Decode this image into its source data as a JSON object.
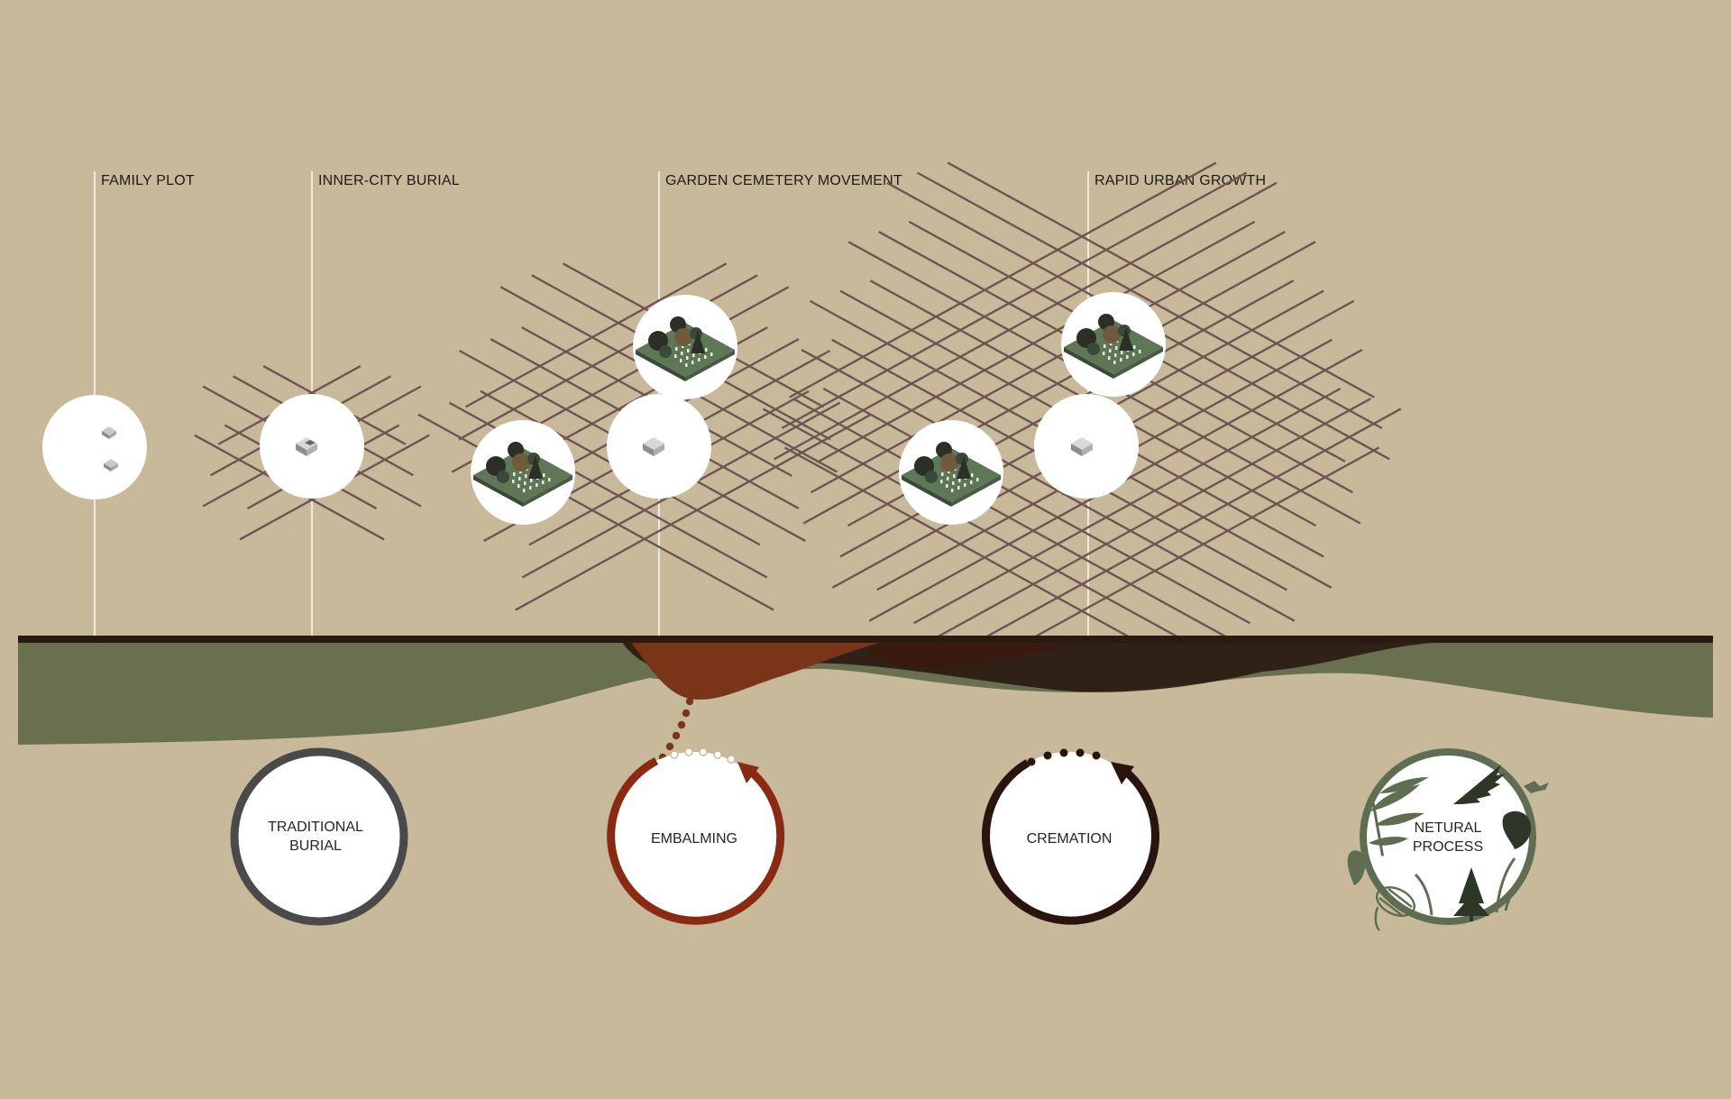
{
  "timeline": {
    "eras": [
      {
        "label": "FAMILY PLOT"
      },
      {
        "label": "INNER-CITY BURIAL"
      },
      {
        "label": "GARDEN CEMETERY MOVEMENT"
      },
      {
        "label": "RAPID URBAN GROWTH"
      }
    ]
  },
  "processes": [
    {
      "lines": [
        "TRADITIONAL",
        "BURIAL"
      ],
      "ring_color": "#4a4a4a"
    },
    {
      "lines": [
        "EMBALMING"
      ],
      "ring_color": "#8a2a12"
    },
    {
      "lines": [
        "CREMATION"
      ],
      "ring_color": "#2a1410"
    },
    {
      "lines": [
        "NETURAL",
        "PROCESS"
      ],
      "ring_color": "#5f6e52"
    }
  ],
  "colors": {
    "background": "#c9b99b",
    "grid": "#6e5552",
    "ground": "#68704f",
    "soil_dark": "#2a1a10",
    "soil_rust": "#7a3418",
    "circle_fill": "#ffffff",
    "park_green": "#5d7757"
  }
}
